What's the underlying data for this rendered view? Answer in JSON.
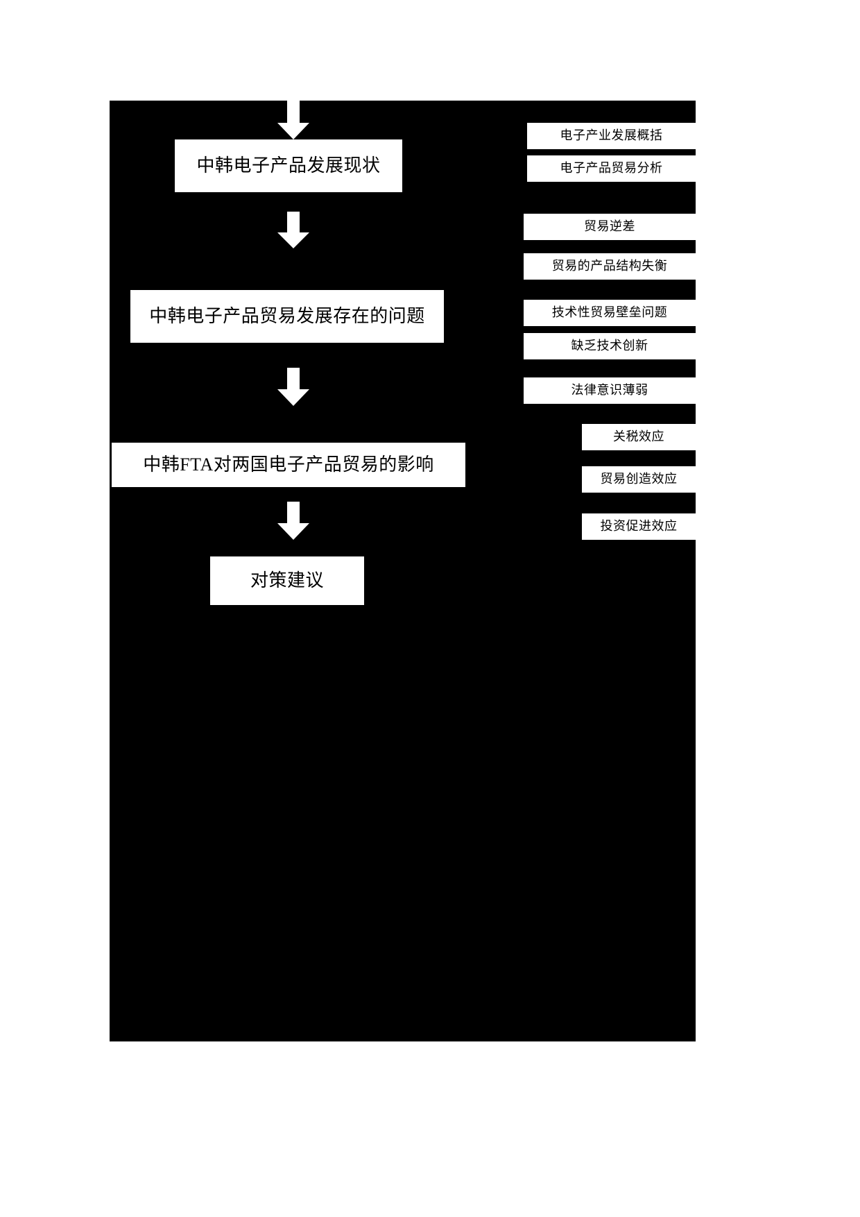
{
  "diagram": {
    "type": "flowchart",
    "title": "",
    "background_color": "#000000",
    "node_color": "#ffffff",
    "text_color": "#000000",
    "main_nodes": [
      {
        "id": "status",
        "label": "中韩电子产品发展现状"
      },
      {
        "id": "problems",
        "label": "中韩电子产品贸易发展存在的问题"
      },
      {
        "id": "fta",
        "label": "中韩FTA对两国电子产品贸易的影响"
      },
      {
        "id": "suggest",
        "label": "对策建议"
      }
    ],
    "sub_nodes": [
      {
        "id": "sub-1",
        "label": "电子产业发展概括",
        "group": "status"
      },
      {
        "id": "sub-2",
        "label": "电子产品贸易分析",
        "group": "status"
      },
      {
        "id": "sub-3",
        "label": "贸易逆差",
        "group": "problems"
      },
      {
        "id": "sub-4",
        "label": "贸易的产品结构失衡",
        "group": "problems"
      },
      {
        "id": "sub-5",
        "label": "技术性贸易壁垒问题",
        "group": "problems"
      },
      {
        "id": "sub-6",
        "label": "缺乏技术创新",
        "group": "problems"
      },
      {
        "id": "sub-7",
        "label": "法律意识薄弱",
        "group": "problems"
      },
      {
        "id": "sub-8",
        "label": "关税效应",
        "group": "fta"
      },
      {
        "id": "sub-9",
        "label": "贸易创造效应",
        "group": "fta"
      },
      {
        "id": "sub-10",
        "label": "投资促进效应",
        "group": "fta"
      }
    ],
    "arrows": [
      {
        "id": "arrow-1",
        "direction": "down"
      },
      {
        "id": "arrow-2",
        "direction": "down"
      },
      {
        "id": "arrow-3",
        "direction": "down"
      },
      {
        "id": "arrow-4",
        "direction": "down"
      }
    ]
  }
}
